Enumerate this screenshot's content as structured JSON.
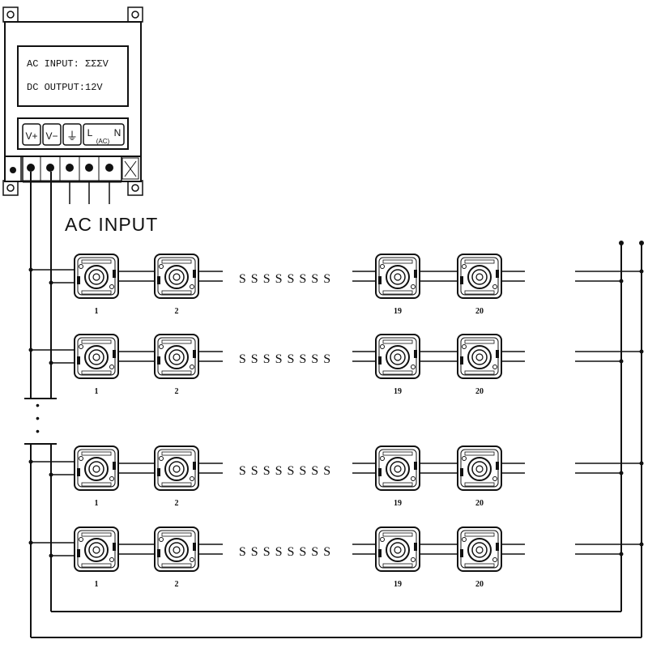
{
  "power_supply": {
    "display_line_1": "AC INPUT: ΣΣΣV",
    "display_line_2": "DC OUTPUT:12V",
    "terminals": [
      "V+",
      "V−",
      "⏚",
      "L",
      "(AC)",
      "N"
    ],
    "ac_input_label": "AC INPUT"
  },
  "module_rows": [
    {
      "labels": [
        "1",
        "2",
        "19",
        "20"
      ]
    },
    {
      "labels": [
        "1",
        "2",
        "19",
        "20"
      ]
    },
    {
      "labels": [
        "1",
        "2",
        "19",
        "20"
      ]
    },
    {
      "labels": [
        "1",
        "2",
        "19",
        "20"
      ]
    }
  ],
  "continuation_marks": "S S S S S S S S",
  "vertical_ellipsis": "•\n•\n•"
}
